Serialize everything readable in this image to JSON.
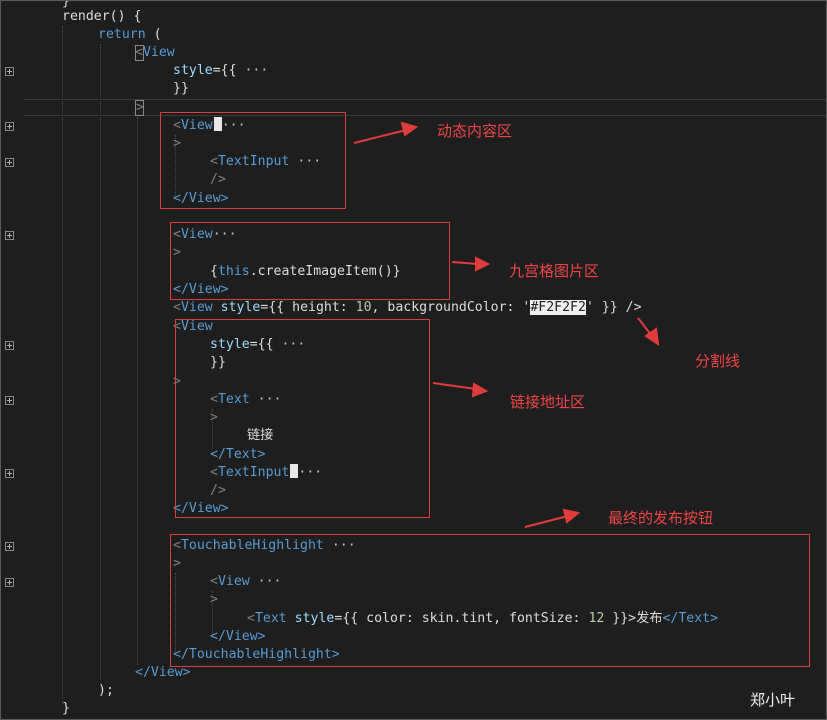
{
  "code": {
    "l0": "}",
    "l1": "render() {",
    "l2_kw": "return",
    "l2_p": " (",
    "l3_lt": "<",
    "l3_tag": "View",
    "l4_attr": "style",
    "l4_rest": "={{",
    "ellipsis": "···",
    "l5": "}}",
    "l6": ">",
    "view_tag": "View",
    "textinput_tag": "TextInput",
    "selfclose": "/>",
    "close_view": "</View>",
    "gt": ">",
    "this_expr_open": "{",
    "this_kw": "this",
    "this_rest": ".createImageItem()}",
    "div_view": "View",
    "div_attr": "style",
    "div_mid1": "={{ height: ",
    "div_num": "10",
    "div_mid2": ", backgroundColor: ",
    "div_q": "'",
    "div_color": "#F2F2F2",
    "div_end": " }} />",
    "text_tag": "Text",
    "link_text": "链接",
    "close_text": "</Text>",
    "th_tag": "TouchableHighlight",
    "text_attr": "style",
    "text_style_rest": "={{ color: skin.tint, fontSize: ",
    "text_num": "12",
    "text_style_end": " }}>",
    "publish": "发布",
    "close_th": "</TouchableHighlight>",
    "paren_close": ");",
    "brace_close": "}"
  },
  "annotations": {
    "dynamic": "动态内容区",
    "grid": "九宫格图片区",
    "divider": "分割线",
    "link": "链接地址区",
    "button": "最终的发布按钮"
  },
  "watermark": "郑小叶",
  "colors": {
    "tag": "#569cd6",
    "attr": "#9cdcfe",
    "number": "#b5cea8",
    "annotation": "#e03c3c",
    "background": "#1e1e1e"
  }
}
